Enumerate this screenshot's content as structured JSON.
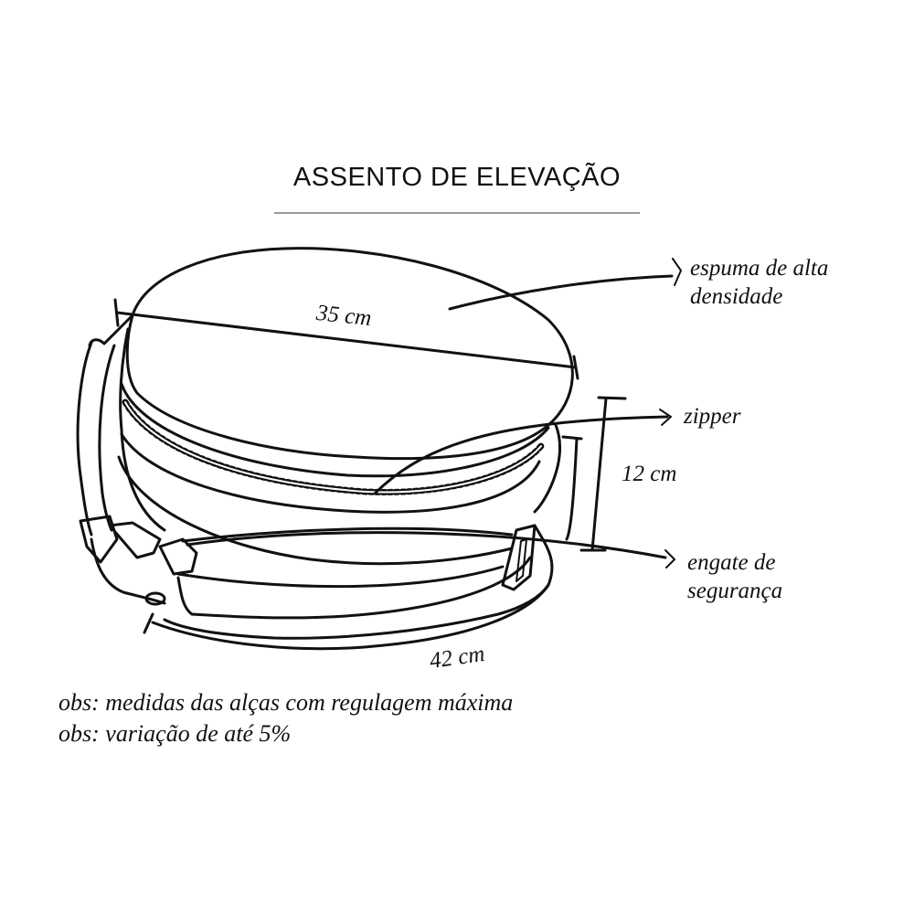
{
  "title": "ASSENTO DE ELEVAÇÃO",
  "labels": {
    "foam": [
      "espuma de alta",
      "densidade"
    ],
    "zipper": "zipper",
    "safety": [
      "engate de",
      "segurança"
    ]
  },
  "dimensions": {
    "diameter": "35 cm",
    "height": "12 cm",
    "strap": "42 cm"
  },
  "notes": [
    "obs: medidas das alças com regulagem máxima",
    "obs: variação de até 5%"
  ],
  "colors": {
    "line": "#111111",
    "rule": "#999999",
    "background": "#ffffff"
  }
}
